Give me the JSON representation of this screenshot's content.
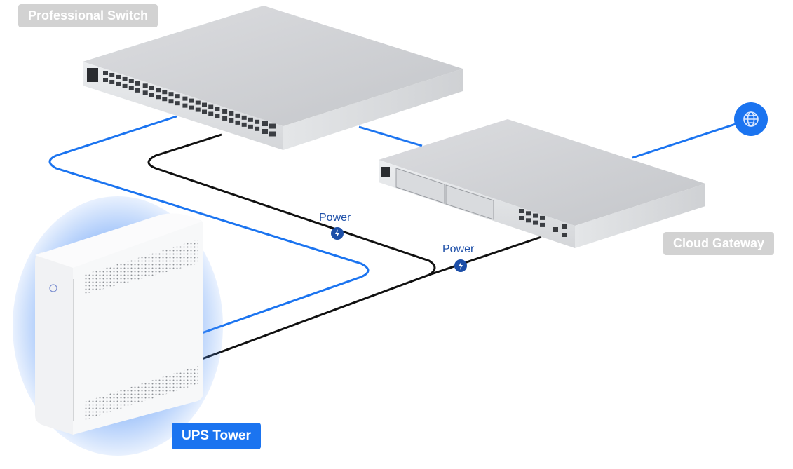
{
  "diagram": {
    "title": "Network topology with UPS Tower",
    "devices": {
      "switch": {
        "label": "Professional Switch",
        "ports": 48,
        "sfp_ports": 4
      },
      "gateway": {
        "label": "Cloud Gateway",
        "ports": 8,
        "drive_bays": 2
      },
      "ups": {
        "label": "UPS Tower"
      }
    },
    "connections": [
      {
        "from": "UPS Tower",
        "to": "Professional Switch",
        "type": "data",
        "color": "#1b74f0"
      },
      {
        "from": "UPS Tower",
        "to": "Professional Switch",
        "type": "power",
        "label": "Power",
        "color": "#111111"
      },
      {
        "from": "UPS Tower",
        "to": "Cloud Gateway",
        "type": "power",
        "label": "Power",
        "color": "#111111"
      },
      {
        "from": "Professional Switch",
        "to": "Cloud Gateway",
        "type": "data",
        "color": "#1b74f0"
      },
      {
        "from": "Cloud Gateway",
        "to": "Internet",
        "type": "data",
        "color": "#1b74f0"
      }
    ],
    "power_labels": [
      "Power",
      "Power"
    ],
    "icons": {
      "internet": "globe-icon",
      "power": "lightning-bolt-icon"
    },
    "colors": {
      "data_line": "#1b74f0",
      "power_line": "#111111",
      "power_badge": "#1d4fa8",
      "label_inactive": "#d2d2d2",
      "label_active": "#1b74f0"
    }
  }
}
